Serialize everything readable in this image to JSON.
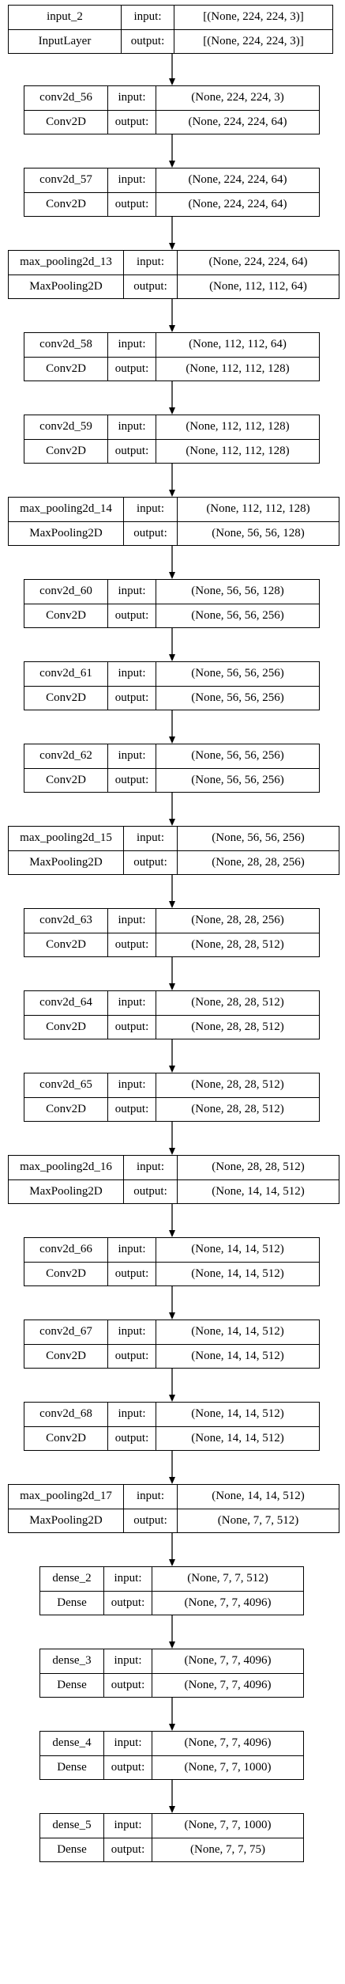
{
  "layers": [
    {
      "name": "input_2",
      "type": "InputLayer",
      "input_label": "input:",
      "output_label": "output:",
      "input_shape": "[(None, 224, 224, 3)]",
      "output_shape": "[(None, 224, 224, 3)]"
    },
    {
      "name": "conv2d_56",
      "type": "Conv2D",
      "input_label": "input:",
      "output_label": "output:",
      "input_shape": "(None, 224, 224, 3)",
      "output_shape": "(None, 224, 224, 64)"
    },
    {
      "name": "conv2d_57",
      "type": "Conv2D",
      "input_label": "input:",
      "output_label": "output:",
      "input_shape": "(None, 224, 224, 64)",
      "output_shape": "(None, 224, 224, 64)"
    },
    {
      "name": "max_pooling2d_13",
      "type": "MaxPooling2D",
      "input_label": "input:",
      "output_label": "output:",
      "input_shape": "(None, 224, 224, 64)",
      "output_shape": "(None, 112, 112, 64)"
    },
    {
      "name": "conv2d_58",
      "type": "Conv2D",
      "input_label": "input:",
      "output_label": "output:",
      "input_shape": "(None, 112, 112, 64)",
      "output_shape": "(None, 112, 112, 128)"
    },
    {
      "name": "conv2d_59",
      "type": "Conv2D",
      "input_label": "input:",
      "output_label": "output:",
      "input_shape": "(None, 112, 112, 128)",
      "output_shape": "(None, 112, 112, 128)"
    },
    {
      "name": "max_pooling2d_14",
      "type": "MaxPooling2D",
      "input_label": "input:",
      "output_label": "output:",
      "input_shape": "(None, 112, 112, 128)",
      "output_shape": "(None, 56, 56, 128)"
    },
    {
      "name": "conv2d_60",
      "type": "Conv2D",
      "input_label": "input:",
      "output_label": "output:",
      "input_shape": "(None, 56, 56, 128)",
      "output_shape": "(None, 56, 56, 256)"
    },
    {
      "name": "conv2d_61",
      "type": "Conv2D",
      "input_label": "input:",
      "output_label": "output:",
      "input_shape": "(None, 56, 56, 256)",
      "output_shape": "(None, 56, 56, 256)"
    },
    {
      "name": "conv2d_62",
      "type": "Conv2D",
      "input_label": "input:",
      "output_label": "output:",
      "input_shape": "(None, 56, 56, 256)",
      "output_shape": "(None, 56, 56, 256)"
    },
    {
      "name": "max_pooling2d_15",
      "type": "MaxPooling2D",
      "input_label": "input:",
      "output_label": "output:",
      "input_shape": "(None, 56, 56, 256)",
      "output_shape": "(None, 28, 28, 256)"
    },
    {
      "name": "conv2d_63",
      "type": "Conv2D",
      "input_label": "input:",
      "output_label": "output:",
      "input_shape": "(None, 28, 28, 256)",
      "output_shape": "(None, 28, 28, 512)"
    },
    {
      "name": "conv2d_64",
      "type": "Conv2D",
      "input_label": "input:",
      "output_label": "output:",
      "input_shape": "(None, 28, 28, 512)",
      "output_shape": "(None, 28, 28, 512)"
    },
    {
      "name": "conv2d_65",
      "type": "Conv2D",
      "input_label": "input:",
      "output_label": "output:",
      "input_shape": "(None, 28, 28, 512)",
      "output_shape": "(None, 28, 28, 512)"
    },
    {
      "name": "max_pooling2d_16",
      "type": "MaxPooling2D",
      "input_label": "input:",
      "output_label": "output:",
      "input_shape": "(None, 28, 28, 512)",
      "output_shape": "(None, 14, 14, 512)"
    },
    {
      "name": "conv2d_66",
      "type": "Conv2D",
      "input_label": "input:",
      "output_label": "output:",
      "input_shape": "(None, 14, 14, 512)",
      "output_shape": "(None, 14, 14, 512)"
    },
    {
      "name": "conv2d_67",
      "type": "Conv2D",
      "input_label": "input:",
      "output_label": "output:",
      "input_shape": "(None, 14, 14, 512)",
      "output_shape": "(None, 14, 14, 512)"
    },
    {
      "name": "conv2d_68",
      "type": "Conv2D",
      "input_label": "input:",
      "output_label": "output:",
      "input_shape": "(None, 14, 14, 512)",
      "output_shape": "(None, 14, 14, 512)"
    },
    {
      "name": "max_pooling2d_17",
      "type": "MaxPooling2D",
      "input_label": "input:",
      "output_label": "output:",
      "input_shape": "(None, 14, 14, 512)",
      "output_shape": "(None, 7, 7, 512)"
    },
    {
      "name": "dense_2",
      "type": "Dense",
      "input_label": "input:",
      "output_label": "output:",
      "input_shape": "(None, 7, 7, 512)",
      "output_shape": "(None, 7, 7, 4096)"
    },
    {
      "name": "dense_3",
      "type": "Dense",
      "input_label": "input:",
      "output_label": "output:",
      "input_shape": "(None, 7, 7, 4096)",
      "output_shape": "(None, 7, 7, 4096)"
    },
    {
      "name": "dense_4",
      "type": "Dense",
      "input_label": "input:",
      "output_label": "output:",
      "input_shape": "(None, 7, 7, 4096)",
      "output_shape": "(None, 7, 7, 1000)"
    },
    {
      "name": "dense_5",
      "type": "Dense",
      "input_label": "input:",
      "output_label": "output:",
      "input_shape": "(None, 7, 7, 1000)",
      "output_shape": "(None, 7, 7, 75)"
    }
  ]
}
